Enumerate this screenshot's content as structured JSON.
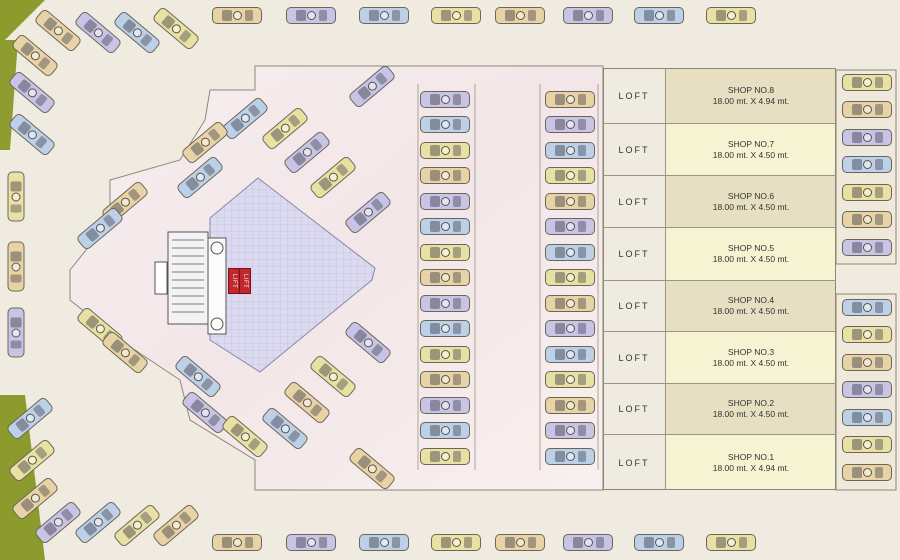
{
  "plan": {
    "shops": [
      {
        "loft_label": "LOFT",
        "name": "SHOP NO.8",
        "size": "18.00 mt. X 4.94 mt."
      },
      {
        "loft_label": "LOFT",
        "name": "SHOP NO.7",
        "size": "18.00 mt. X 4.50 mt."
      },
      {
        "loft_label": "LOFT",
        "name": "SHOP NO.6",
        "size": "18.00 mt. X 4.50 mt."
      },
      {
        "loft_label": "LOFT",
        "name": "SHOP NO.5",
        "size": "18.00 mt. X 4.50 mt."
      },
      {
        "loft_label": "LOFT",
        "name": "SHOP NO.4",
        "size": "18.00 mt. X 4.50 mt."
      },
      {
        "loft_label": "LOFT",
        "name": "SHOP NO.3",
        "size": "18.00 mt. X 4.50 mt."
      },
      {
        "loft_label": "LOFT",
        "name": "SHOP NO.2",
        "size": "18.00 mt. X 4.50 mt."
      },
      {
        "loft_label": "LOFT",
        "name": "SHOP NO.1",
        "size": "18.00 mt. X 4.94 mt."
      }
    ],
    "lift_labels": [
      "LIFT",
      "LIFT"
    ],
    "colors": {
      "landscape": "#8d9a2e",
      "floor": "#f6ecea",
      "shop_fill_tan": "#e9e2c6",
      "shop_fill_cream": "#f6f3d6",
      "lift": "#c2272d",
      "core": "#d8d6ee"
    }
  }
}
